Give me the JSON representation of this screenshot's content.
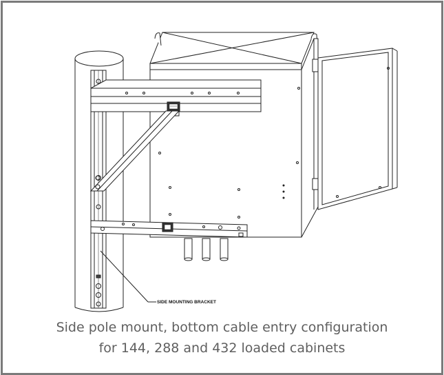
{
  "figure": {
    "callout_label": "SIDE MOUNTING BRACKET",
    "caption_line1": "Side pole mount, bottom cable entry configuration",
    "caption_line2": "for 144, 288 and 432 loaded cabinets",
    "frame_color": "#7a7a7a",
    "caption_color": "#5f5f5f"
  }
}
